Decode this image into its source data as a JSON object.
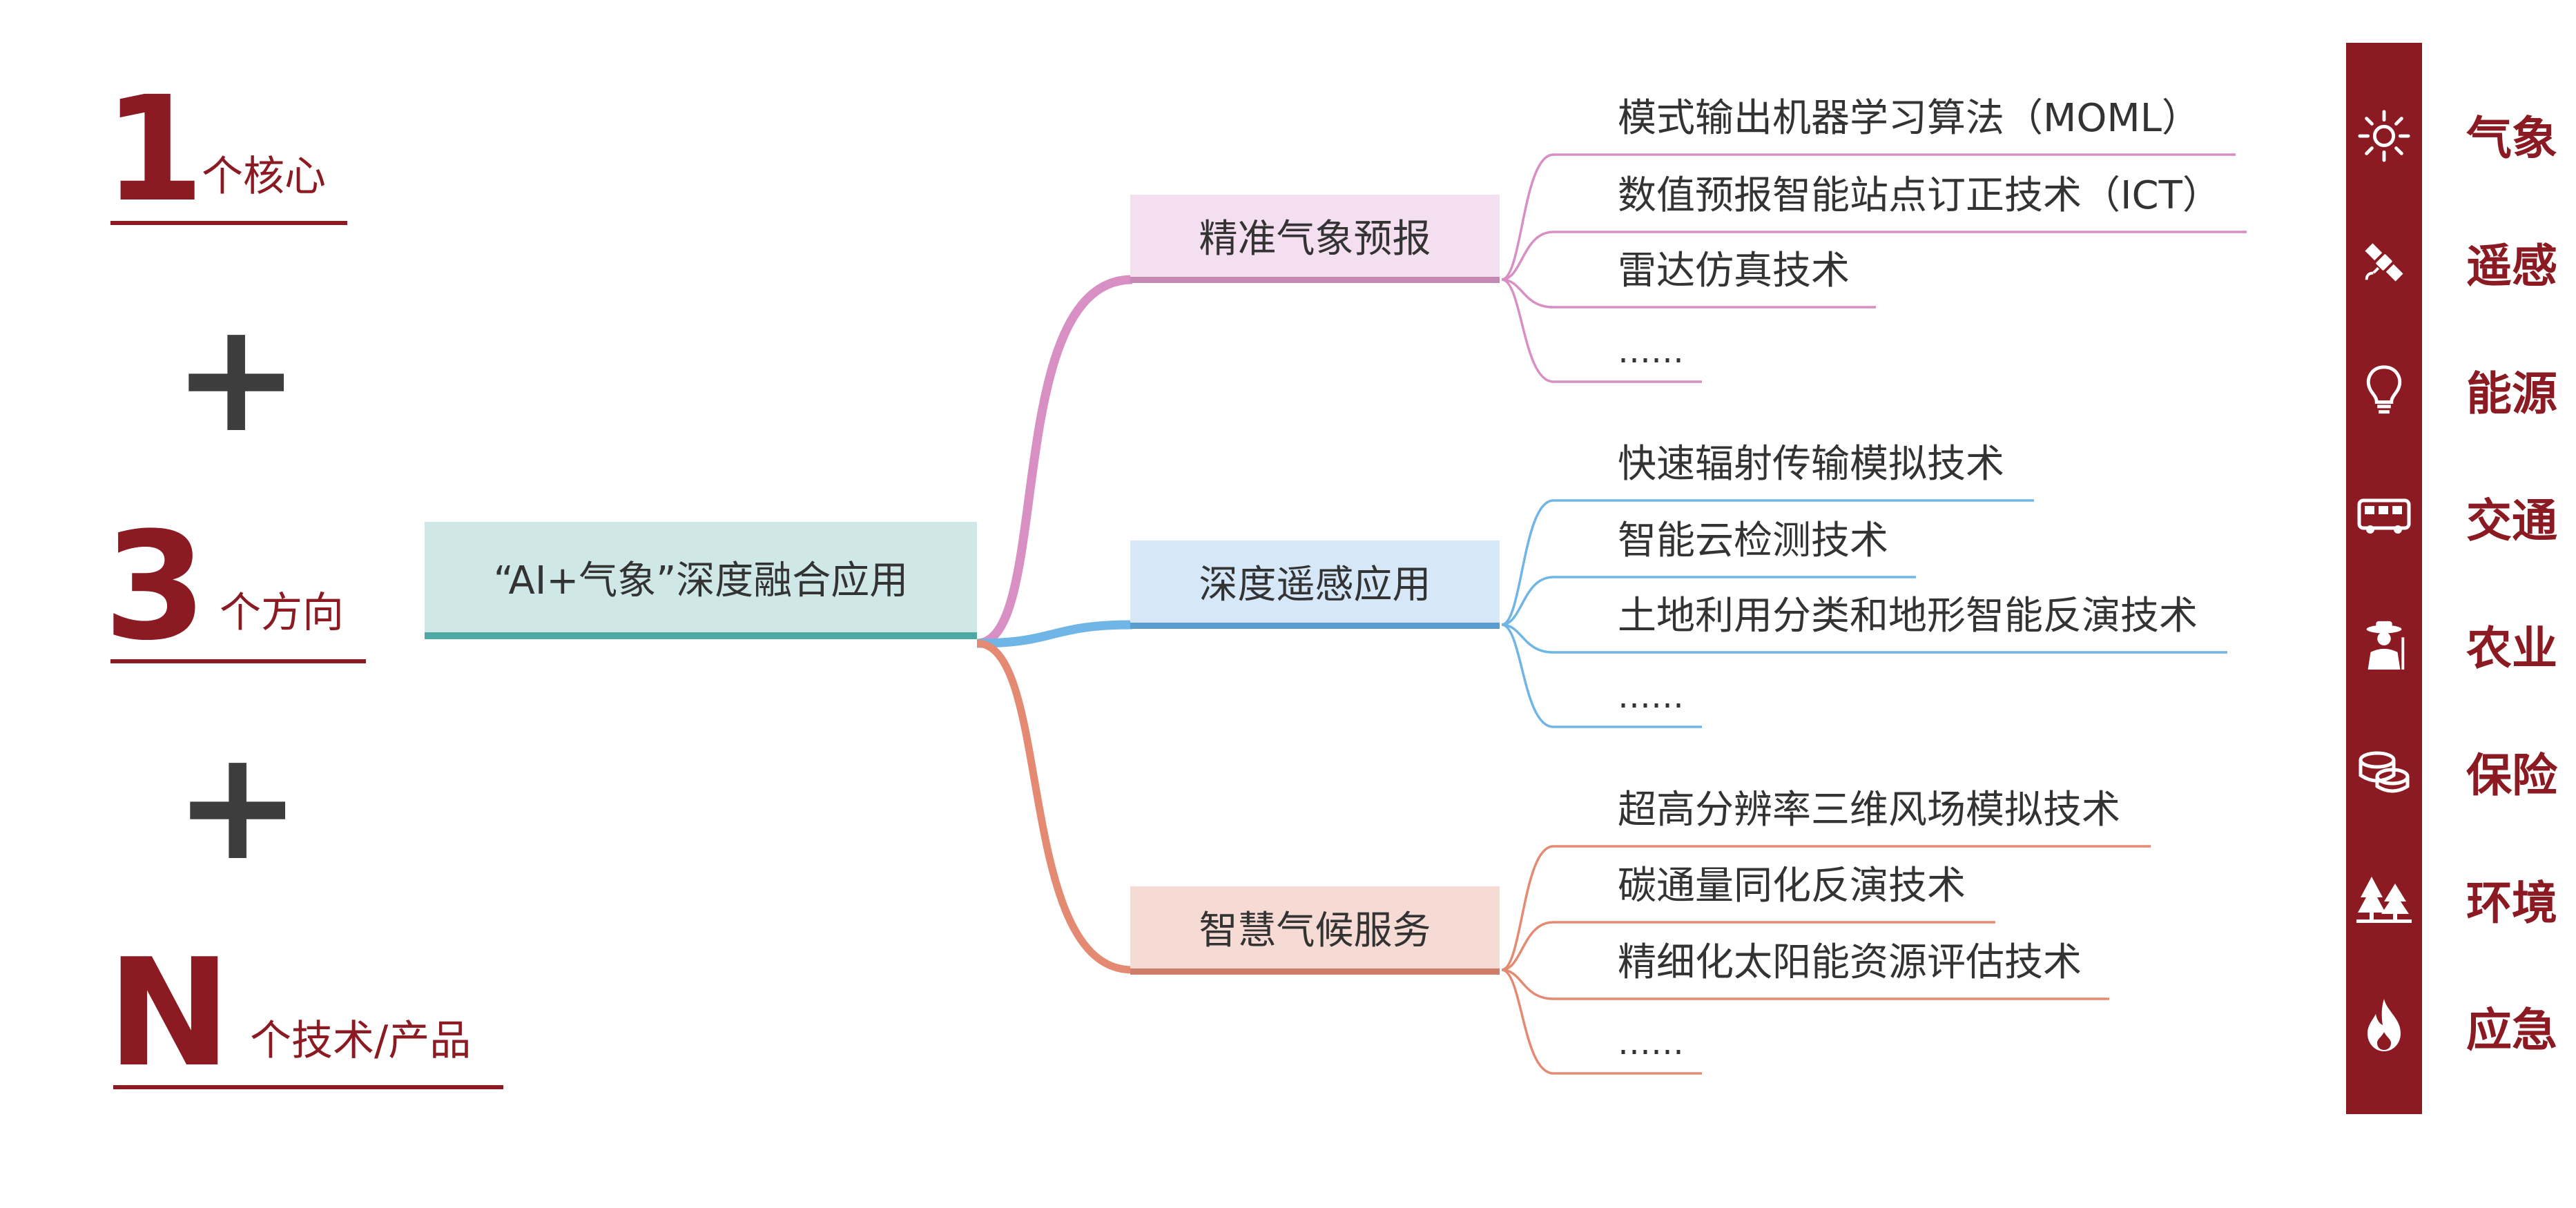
{
  "formula": {
    "core": {
      "number": "1",
      "label": "个核心"
    },
    "plus1": "+",
    "directions": {
      "number": "3",
      "label": "个方向"
    },
    "plus2": "+",
    "products": {
      "number": "N",
      "label": "个技术/产品"
    }
  },
  "mindmap": {
    "root": "“AI+气象”深度融合应用",
    "branches": [
      {
        "label": "精准气象预报",
        "color": "#d88fc4",
        "fill": "#f3dff0",
        "bar": "#c48ab3",
        "leaves": [
          "模式输出机器学习算法（MOML）",
          "数值预报智能站点订正技术（ICT）",
          "雷达仿真技术",
          "……"
        ]
      },
      {
        "label": "深度遥感应用",
        "color": "#6fb5e6",
        "fill": "#d6e8f8",
        "bar": "#5a9ecf",
        "leaves": [
          "快速辐射传输模拟技术",
          "智能云检测技术",
          "土地利用分类和地形智能反演技术",
          "……"
        ]
      },
      {
        "label": "智慧气候服务",
        "color": "#e58a72",
        "fill": "#f5dbd3",
        "bar": "#cf7d6a",
        "leaves": [
          "超高分辨率三维风场模拟技术",
          "碳通量同化反演技术",
          "精细化太阳能资源评估技术",
          "……"
        ]
      }
    ],
    "root_fill": "#cfe7e6",
    "root_bar": "#4ea9a5"
  },
  "sidebar": {
    "color": "#8b1a22",
    "items": [
      {
        "icon": "sun-icon",
        "label": "气象"
      },
      {
        "icon": "satellite-icon",
        "label": "遥感"
      },
      {
        "icon": "lightbulb-icon",
        "label": "能源"
      },
      {
        "icon": "bus-icon",
        "label": "交通"
      },
      {
        "icon": "farmer-icon",
        "label": "农业"
      },
      {
        "icon": "coins-icon",
        "label": "保险"
      },
      {
        "icon": "trees-icon",
        "label": "环境"
      },
      {
        "icon": "fire-icon",
        "label": "应急"
      }
    ]
  }
}
